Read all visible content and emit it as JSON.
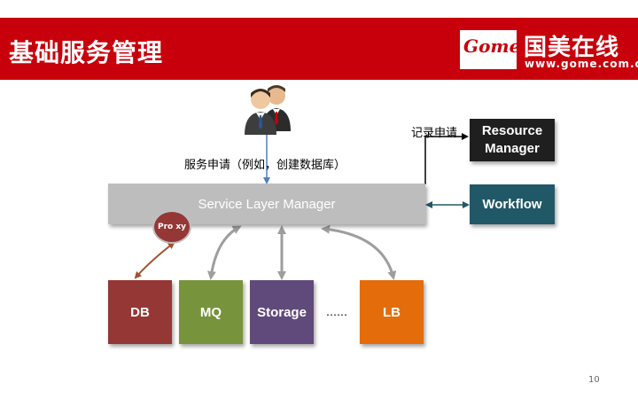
{
  "header": {
    "title": "基础服务管理",
    "logo": {
      "word": "Gome",
      "cn": "国美在线",
      "url": "www.gome.com.cn"
    }
  },
  "diagram": {
    "request_label": "服务申请（例如，创建数据库）",
    "record_label": "记录申请",
    "slm": "Service Layer Manager",
    "resource_manager": "Resource Manager",
    "workflow": "Workflow",
    "proxy": "Pro xy",
    "services": {
      "db": "DB",
      "mq": "MQ",
      "storage": "Storage",
      "ellipsis": "……",
      "lb": "LB"
    }
  },
  "colors": {
    "header": "#c8000b",
    "slm": "#bdbdbd",
    "resource_manager": "#1f1f1f",
    "workflow": "#215867",
    "db": "#953735",
    "mq": "#77933c",
    "storage": "#604a7b",
    "lb": "#e46c0a",
    "proxy_arrow": "#a0522d"
  },
  "page_number": "10"
}
